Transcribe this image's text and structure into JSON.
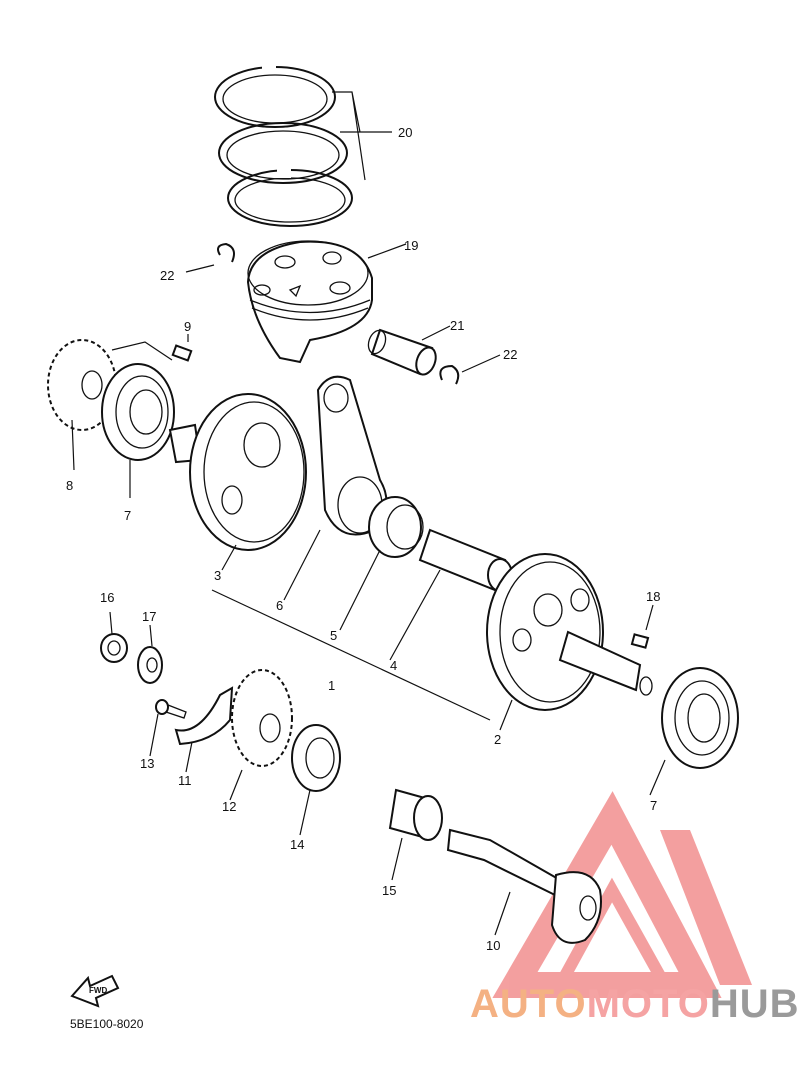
{
  "diagram": {
    "code": "5BE100-8020",
    "fwd_label": "FWD",
    "callouts": {
      "c1": "1",
      "c2": "2",
      "c3": "3",
      "c4": "4",
      "c5": "5",
      "c6": "6",
      "c7a": "7",
      "c7b": "7",
      "c8": "8",
      "c9": "9",
      "c10": "10",
      "c11": "11",
      "c12": "12",
      "c13": "13",
      "c14": "14",
      "c15": "15",
      "c16": "16",
      "c17": "17",
      "c18": "18",
      "c19": "19",
      "c20": "20",
      "c21": "21",
      "c22a": "22",
      "c22b": "22"
    }
  },
  "watermark": {
    "part1": "AUTO",
    "part2": "MOTO",
    "part3": "HUB",
    "color_auto": "#f4b183",
    "color_moto": "#f5a3a3",
    "color_hub": "#9a9a9a",
    "logo_color": "#f08080"
  }
}
